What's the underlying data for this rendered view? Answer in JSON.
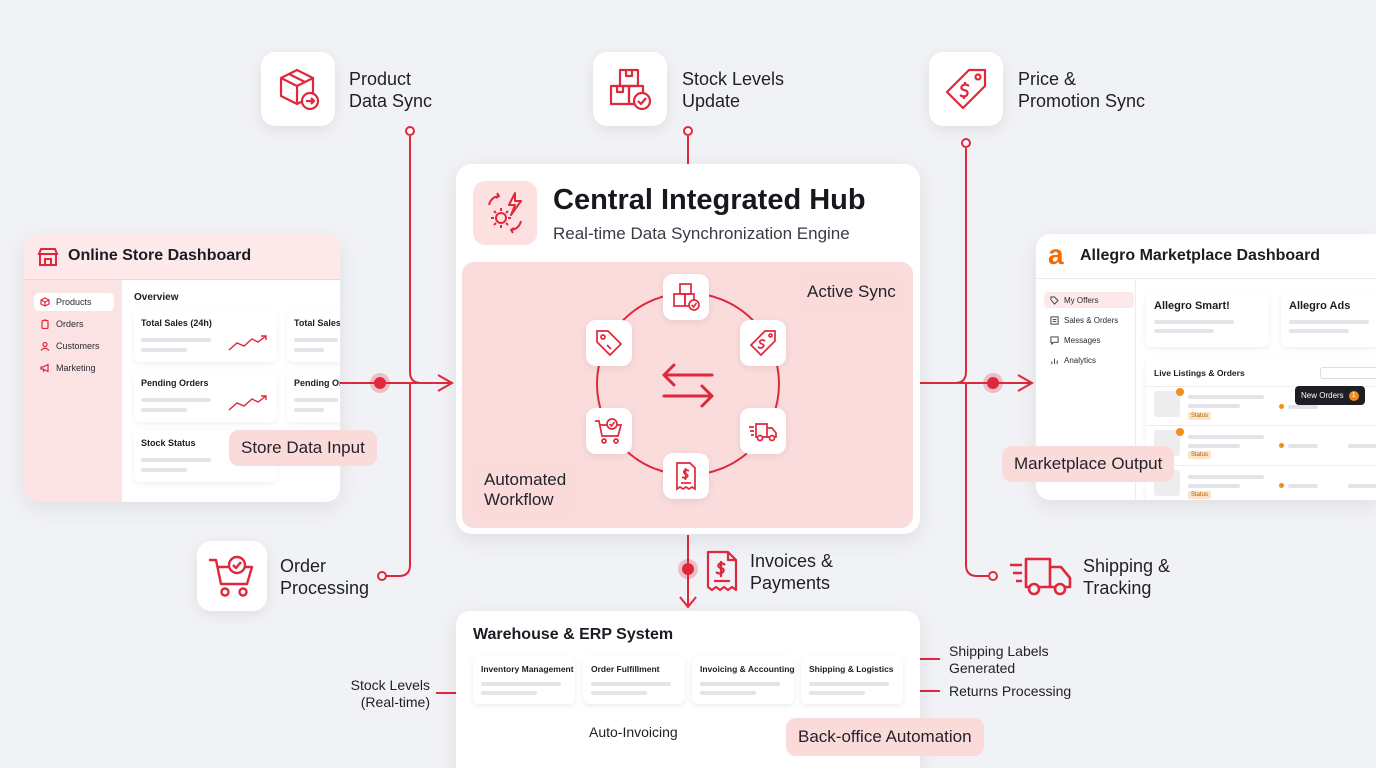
{
  "colors": {
    "accent": "#e0283c",
    "pink_fill": "#fbdcdc",
    "background": "#f1f2f5"
  },
  "top_features": [
    {
      "label": "Product\nData Sync",
      "icon": "box-arrow-icon"
    },
    {
      "label": "Stock Levels\nUpdate",
      "icon": "boxes-check-icon"
    },
    {
      "label": "Price &\nPromotion Sync",
      "icon": "price-tag-icon"
    }
  ],
  "bottom_features": {
    "order": {
      "label": "Order\nProcessing",
      "icon": "cart-check-icon"
    },
    "shipping": {
      "label": "Shipping &\nTracking",
      "icon": "delivery-truck-icon"
    },
    "invoices": {
      "label": "Invoices &\nPayments",
      "icon": "invoice-icon"
    }
  },
  "hub": {
    "title": "Central Integrated Hub",
    "subtitle": "Real-time Data Synchronization Engine",
    "active_sync": "Active Sync",
    "automated_workflow": "Automated\nWorkflow"
  },
  "store": {
    "title": "Online Store Dashboard",
    "nav": [
      "Products",
      "Orders",
      "Customers",
      "Marketing"
    ],
    "overview": "Overview",
    "tiles": [
      "Total Sales (24h)",
      "Total Sales (",
      "Pending Orders",
      "Pending Ord",
      "Stock Status"
    ],
    "input_label": "Store Data Input"
  },
  "allegro": {
    "title": "Allegro Marketplace Dashboard",
    "logo_letter": "a",
    "nav": [
      "My Offers",
      "Sales & Orders",
      "Messages",
      "Analytics"
    ],
    "cards": [
      "Allegro Smart!",
      "Allegro Ads"
    ],
    "listings_title": "Live Listings & Orders",
    "new_orders": "New Orders",
    "new_orders_count": "1",
    "status": "Status",
    "output_label": "Marketplace Output"
  },
  "erp": {
    "title": "Warehouse & ERP System",
    "modules": [
      "Inventory Management",
      "Order Fulfillment",
      "Invoicing & Accounting",
      "Shipping & Logistics"
    ],
    "annotations": {
      "stock_levels": "Stock Levels\n(Real-time)",
      "auto_invoicing": "Auto-Invoicing",
      "shipping_labels": "Shipping Labels\nGenerated",
      "returns": "Returns Processing"
    },
    "back_office": "Back-office Automation"
  }
}
